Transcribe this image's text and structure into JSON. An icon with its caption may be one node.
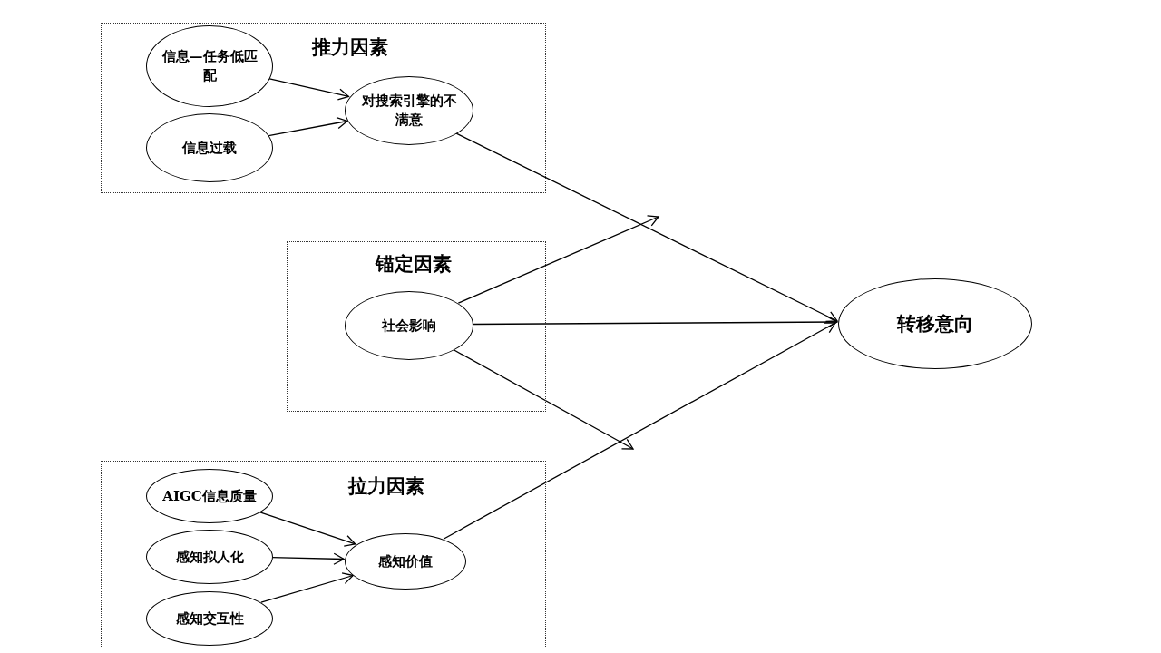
{
  "diagram": {
    "nodes": [
      {
        "text": [
          "推力因素"
        ]
      },
      {
        "text": [
          "信息—任务低匹配"
        ],
        "in": 0
      },
      {
        "text": [
          "信息过载"
        ],
        "in": 0
      },
      {
        "text": [
          "对搜索引擎的不满意"
        ],
        "in": 0
      },
      {
        "text": [
          "锚定因素"
        ]
      },
      {
        "text": [
          "社会影响"
        ],
        "in": 4
      },
      {
        "text": [
          "拉力因素"
        ]
      },
      {
        "text": [
          "AIGC信息质量"
        ],
        "in": 6
      },
      {
        "text": [
          "感知拟人化"
        ],
        "in": 6
      },
      {
        "text": [
          "感知交互性"
        ],
        "in": 6
      },
      {
        "text": [
          "感知价值"
        ],
        "in": 6
      },
      {
        "text": [
          "转移意向"
        ]
      }
    ],
    "edges": [
      {
        "from": 1,
        "to": 3,
        "arrow": "to"
      },
      {
        "from": 2,
        "to": 3,
        "arrow": "to"
      },
      {
        "from": 3,
        "to": 11,
        "arrow": "to"
      },
      {
        "from": 5,
        "to": null,
        "arrow": "to"
      },
      {
        "from": 5,
        "to": 11,
        "arrow": "to"
      },
      {
        "from": 5,
        "to": null,
        "arrow": "to"
      },
      {
        "from": 7,
        "to": 10,
        "arrow": "to"
      },
      {
        "from": 8,
        "to": 10,
        "arrow": "to"
      },
      {
        "from": 9,
        "to": 10,
        "arrow": "to"
      },
      {
        "from": 10,
        "to": 11,
        "arrow": "to"
      }
    ]
  }
}
